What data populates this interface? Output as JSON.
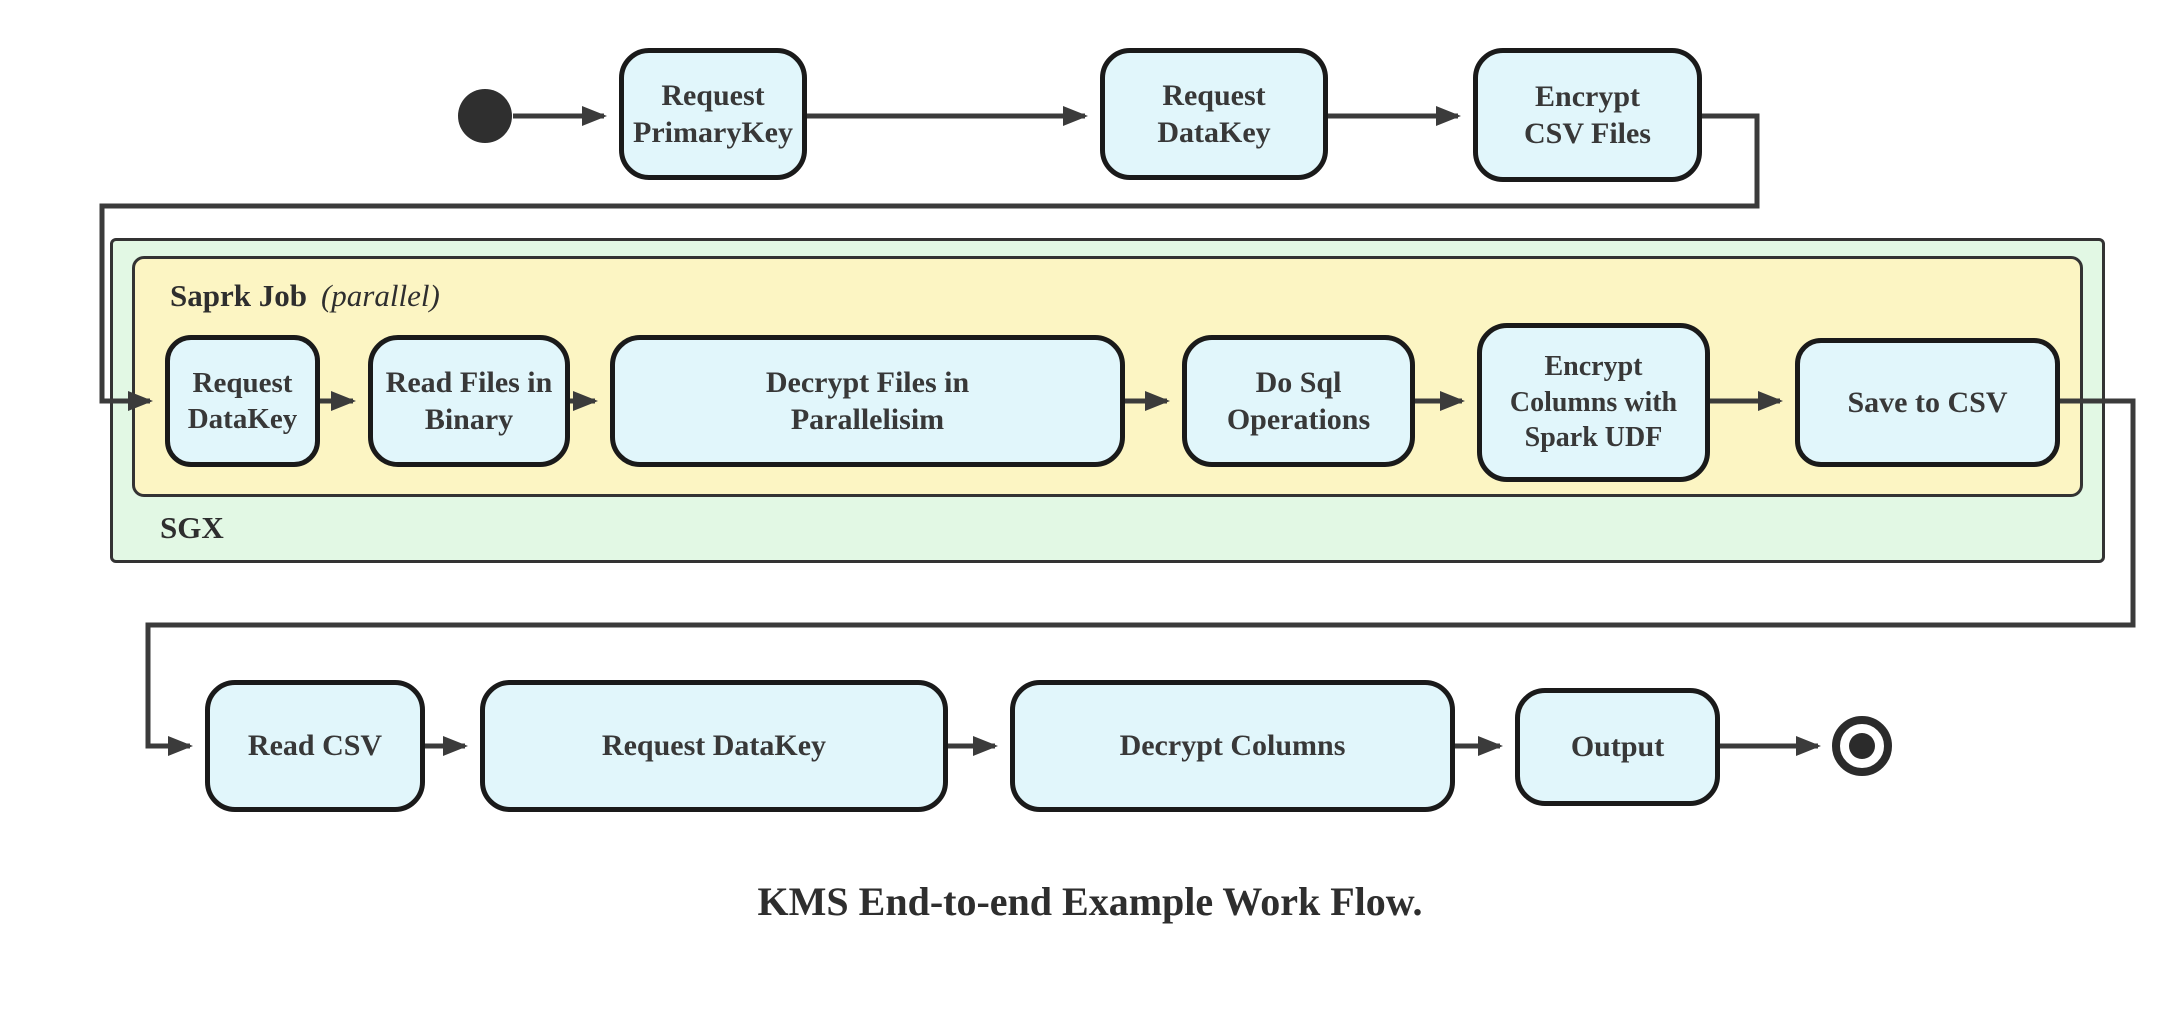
{
  "diagram": {
    "caption": "KMS End-to-end Example Work Flow.",
    "containers": {
      "sgx": {
        "label": "SGX"
      },
      "spark": {
        "title": "Saprk Job",
        "qualifier": "(parallel)"
      }
    },
    "nodes": {
      "t1": {
        "label": "Request\nPrimaryKey"
      },
      "t2": {
        "label": "Request\nDataKey"
      },
      "t3": {
        "label": "Encrypt\nCSV Files"
      },
      "m1": {
        "label": "Request\nDataKey"
      },
      "m2": {
        "label": "Read Files in\nBinary"
      },
      "m3": {
        "label": "Decrypt Files in\nParallelisim"
      },
      "m4": {
        "label": "Do Sql\nOperations"
      },
      "m5": {
        "label": "Encrypt\nColumns with\nSpark UDF"
      },
      "m6": {
        "label": "Save to CSV"
      },
      "b1": {
        "label": "Read CSV"
      },
      "b2": {
        "label": "Request DataKey"
      },
      "b3": {
        "label": "Decrypt Columns"
      },
      "b4": {
        "label": "Output"
      }
    },
    "markers": {
      "start": "start-node",
      "end": "end-node"
    },
    "colors": {
      "node_fill": "#e1f6fb",
      "node_border": "#1a1a1a",
      "spark_fill": "#fcf5c3",
      "sgx_fill": "#e2f8e4",
      "container_border": "#333333",
      "edge": "#3b3b3b",
      "text": "#383838"
    }
  }
}
